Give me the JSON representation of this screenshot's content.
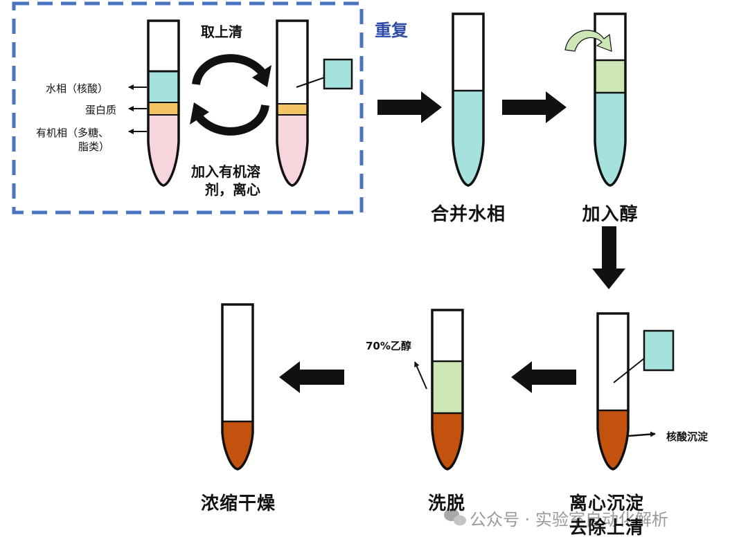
{
  "repeat_box": {
    "label": "重复"
  },
  "repeat_steps": {
    "top": "取上清",
    "bottom_line1": "加入有机溶",
    "bottom_line2": "剂，离心"
  },
  "phase_labels": {
    "aqueous": "水相（核酸）",
    "protein": "蛋白质",
    "organic_line1": "有机相（多糖、",
    "organic_line2": "脂类）"
  },
  "steps": {
    "merge": "合并水相",
    "add_alcohol": "加入醇",
    "centrifuge_line1": "离心沉淀",
    "centrifuge_line2": "去除上清",
    "elute": "洗脱",
    "dry": "浓缩干燥"
  },
  "annotations": {
    "ethanol": "70%乙醇",
    "precipitate": "核酸沉淀"
  },
  "watermark": "公众号 · 实验室自动化解析",
  "colors": {
    "aqueous": "#a6e2dd",
    "protein": "#f4c565",
    "organic": "#f6d6dc",
    "alcohol": "#cde6b6",
    "pellet": "#c4520f",
    "box_border": "#4a74c0",
    "repeat_text": "#2e4aa8"
  }
}
